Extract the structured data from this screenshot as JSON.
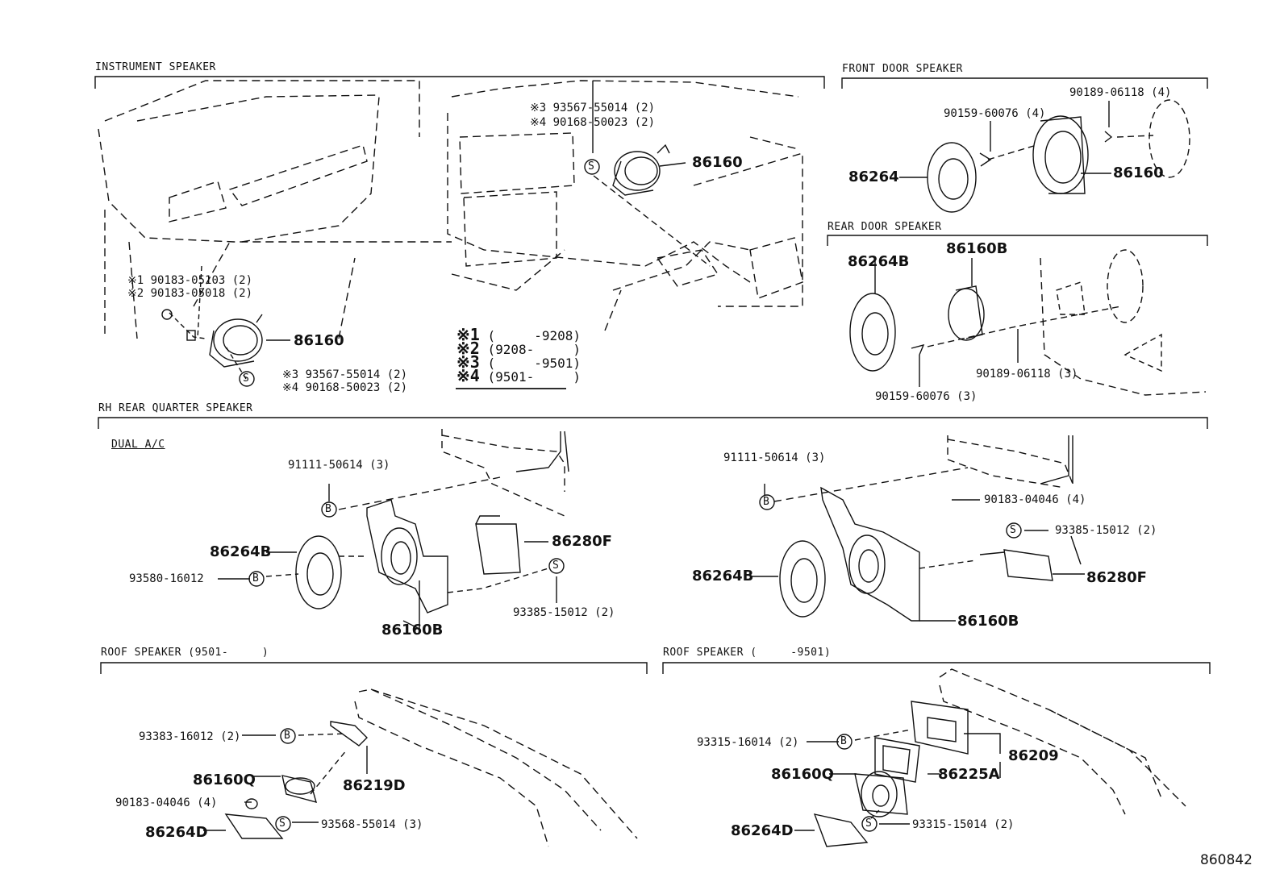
{
  "sections": {
    "instrument": "INSTRUMENT SPEAKER",
    "front_door": "FRONT DOOR SPEAKER",
    "rear_door": "REAR DOOR SPEAKER",
    "rh_rear_quarter": "RH REAR QUARTER SPEAKER",
    "dual_ac": "DUAL A/C",
    "roof_9501_on": "ROOF SPEAKER (9501-     )",
    "roof_to_9501": "ROOF SPEAKER (     -9501)"
  },
  "instrument": {
    "right_note_3": "※3 93567-55014 (2)",
    "right_note_4": "※4 90168-50023 (2)",
    "right_speaker": "86160",
    "left_note_1": "※1 90183-05103 (2)",
    "left_note_2": "※2 90183-05018 (2)",
    "left_speaker": "86160",
    "bottom_note_3": "※3 93567-55014 (2)",
    "bottom_note_4": "※4 90168-50023 (2)"
  },
  "legend": [
    {
      "mark": "※1",
      "range": "(     -9208)"
    },
    {
      "mark": "※2",
      "range": "(9208-     )"
    },
    {
      "mark": "※3",
      "range": "(     -9501)"
    },
    {
      "mark": "※4",
      "range": "(9501-     )"
    }
  ],
  "front_door": {
    "screw_a": "90189-06118 (4)",
    "screw_b": "90159-60076 (4)",
    "grille": "86264",
    "speaker": "86160"
  },
  "rear_door": {
    "grille": "86264B",
    "speaker": "86160B",
    "screw_a": "90189-06118 (3)",
    "screw_b": "90159-60076 (3)"
  },
  "quarter_left": {
    "bolt": "91111-50614 (3)",
    "grille": "86264B",
    "clip": "93580-16012",
    "amp": "86280F",
    "screw": "93385-15012 (2)",
    "speaker": "86160B"
  },
  "quarter_right": {
    "bolt": "91111-50614 (3)",
    "nut": "90183-04046 (4)",
    "screw": "93385-15012 (2)",
    "grille": "86264B",
    "amp": "86280F",
    "speaker": "86160B"
  },
  "roof_left": {
    "bolt": "93383-16012 (2)",
    "speaker": "86160Q",
    "bracket": "86219D",
    "nut": "90183-04046 (4)",
    "screw": "93568-55014 (3)",
    "cover": "86264D"
  },
  "roof_right": {
    "bolt": "93315-16014 (2)",
    "assy": "86209",
    "speaker": "86160Q",
    "gasket": "86225A",
    "screw": "93315-15014 (2)",
    "cover": "86264D"
  },
  "drawing_number": "860842",
  "symbols": {
    "screw": "S",
    "bolt": "B"
  }
}
